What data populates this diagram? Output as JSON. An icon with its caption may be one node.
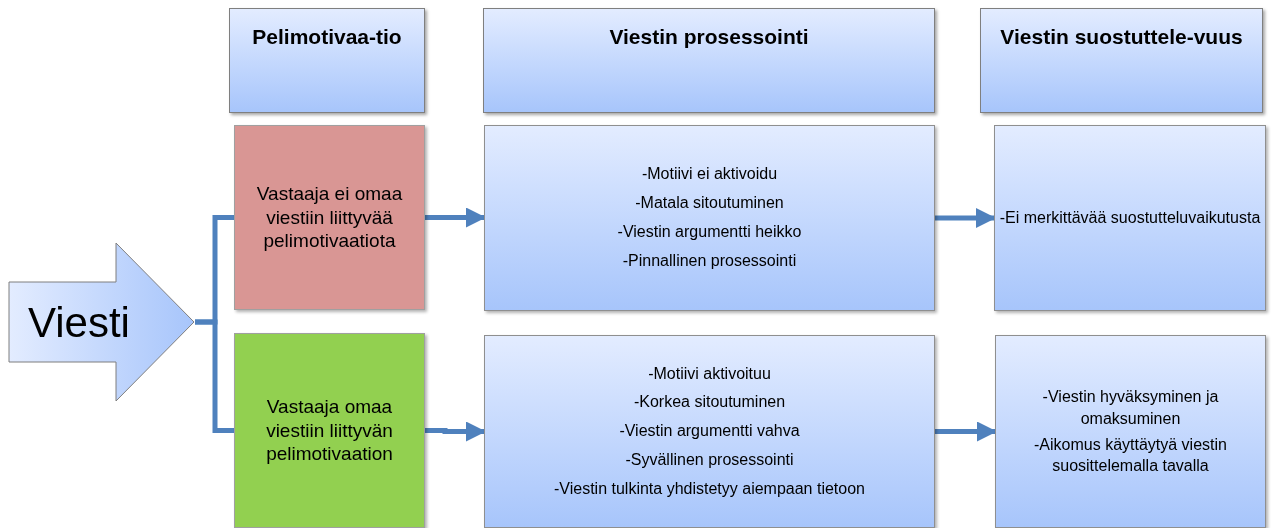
{
  "diagram": {
    "nodes": [
      {
        "text": [
          "Pelimotivaa-tio"
        ]
      },
      {
        "text": [
          "Viestin prosessointi"
        ]
      },
      {
        "text": [
          "Viestin suostuttele-vuus"
        ]
      },
      {
        "text": [
          "Viesti"
        ]
      },
      {
        "text": [
          "Vastaaja ei omaa viestiin liittyvää pelimotivaatiota"
        ]
      },
      {
        "text": [
          "-Motiivi ei aktivoidu",
          "-Matala sitoutuminen",
          "-Viestin argumentti heikko",
          "-Pinnallinen prosessointi"
        ]
      },
      {
        "text": [
          "-Ei merkittävää suostutteluvaikutusta"
        ]
      },
      {
        "text": [
          "Vastaaja omaa viestiin liittyvän pelimotivaation"
        ]
      },
      {
        "text": [
          "-Motiivi aktivoituu",
          "-Korkea sitoutuminen",
          "-Viestin argumentti vahva",
          "-Syvällinen prosessointi",
          "-Viestin tulkinta yhdistetyy aiempaan tietoon"
        ]
      },
      {
        "text": [
          "-Viestin hyväksyminen ja omaksuminen",
          "-Aikomus käyttäytyä viestin suosittelemalla tavalla"
        ]
      }
    ],
    "edges": [
      {
        "from": 3,
        "to": 4,
        "arrow": "none"
      },
      {
        "from": 3,
        "to": 7,
        "arrow": "none"
      },
      {
        "from": 4,
        "to": 5,
        "arrow": "to"
      },
      {
        "from": 5,
        "to": 6,
        "arrow": "to"
      },
      {
        "from": 7,
        "to": 8,
        "arrow": "to"
      },
      {
        "from": 8,
        "to": 9,
        "arrow": "to"
      }
    ]
  }
}
